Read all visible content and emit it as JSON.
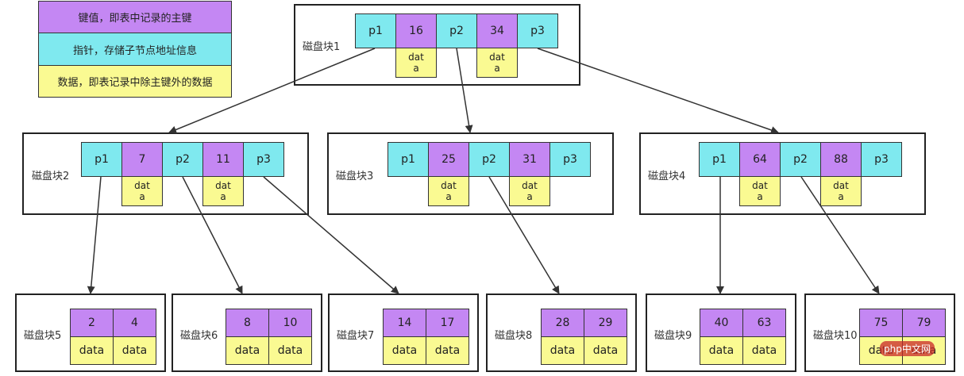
{
  "legend": [
    {
      "text": "键值，即表中记录的主键",
      "color": "#c487f3"
    },
    {
      "text": "指针，存储子节点地址信息",
      "color": "#7fe9ef"
    },
    {
      "text": "数据，即表记录中除主键外的数据",
      "color": "#fafa92"
    }
  ],
  "root": {
    "label": "磁盘块1",
    "cells": [
      "p1",
      "16",
      "p2",
      "34",
      "p3"
    ],
    "data": [
      "dat a",
      "dat a"
    ]
  },
  "level2": [
    {
      "label": "磁盘块2",
      "cells": [
        "p1",
        "7",
        "p2",
        "11",
        "p3"
      ],
      "data": [
        "dat a",
        "dat a"
      ]
    },
    {
      "label": "磁盘块3",
      "cells": [
        "p1",
        "25",
        "p2",
        "31",
        "p3"
      ],
      "data": [
        "dat a",
        "dat a"
      ]
    },
    {
      "label": "磁盘块4",
      "cells": [
        "p1",
        "64",
        "p2",
        "88",
        "p3"
      ],
      "data": [
        "dat a",
        "dat a"
      ]
    }
  ],
  "leaves": [
    {
      "label": "磁盘块5",
      "keys": [
        "2",
        "4"
      ],
      "data": [
        "data",
        "data"
      ]
    },
    {
      "label": "磁盘块6",
      "keys": [
        "8",
        "10"
      ],
      "data": [
        "data",
        "data"
      ]
    },
    {
      "label": "磁盘块7",
      "keys": [
        "14",
        "17"
      ],
      "data": [
        "data",
        "data"
      ]
    },
    {
      "label": "磁盘块8",
      "keys": [
        "28",
        "29"
      ],
      "data": [
        "data",
        "data"
      ]
    },
    {
      "label": "磁盘块9",
      "keys": [
        "40",
        "63"
      ],
      "data": [
        "data",
        "data"
      ]
    },
    {
      "label": "磁盘块10",
      "keys": [
        "75",
        "79"
      ],
      "data": [
        "data",
        "data"
      ]
    }
  ],
  "watermark": "php中文网",
  "colors": {
    "key": "#c487f3",
    "pointer": "#7fe9ef",
    "data": "#fafa92"
  }
}
